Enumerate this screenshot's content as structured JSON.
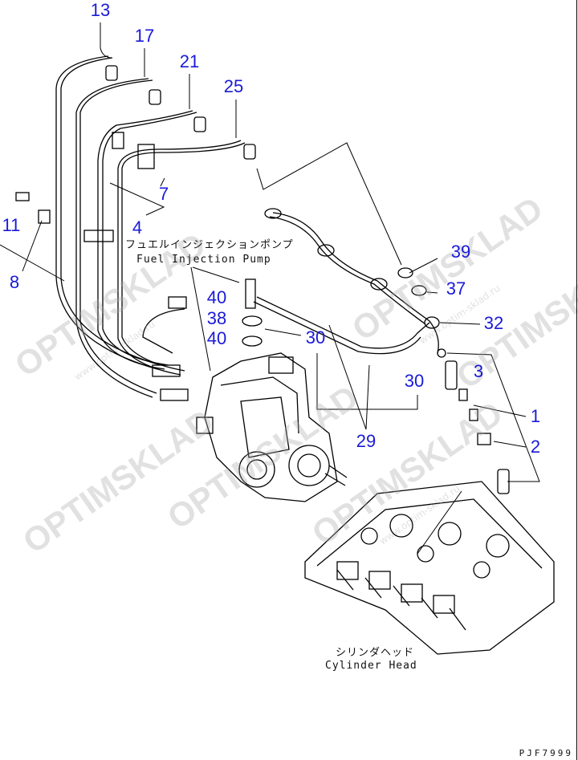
{
  "diagram": {
    "callouts": [
      "13",
      "17",
      "21",
      "25",
      "7",
      "4",
      "11",
      "8",
      "39",
      "37",
      "32",
      "40",
      "38",
      "40",
      "30",
      "30",
      "3",
      "1",
      "2",
      "29"
    ],
    "captions": {
      "pump_jp": "フュエルインジェクションポンプ",
      "pump_en": "Fuel Injection Pump",
      "head_jp": "シリンダヘッド",
      "head_en": "Cylinder Head"
    },
    "watermark": {
      "brand": "OPTIMSKLAD",
      "url": "www.optim-sklad.ru"
    },
    "drawing_code": "PJF7999",
    "colors": {
      "callout": "#1a1ad8",
      "line": "#000000"
    }
  }
}
